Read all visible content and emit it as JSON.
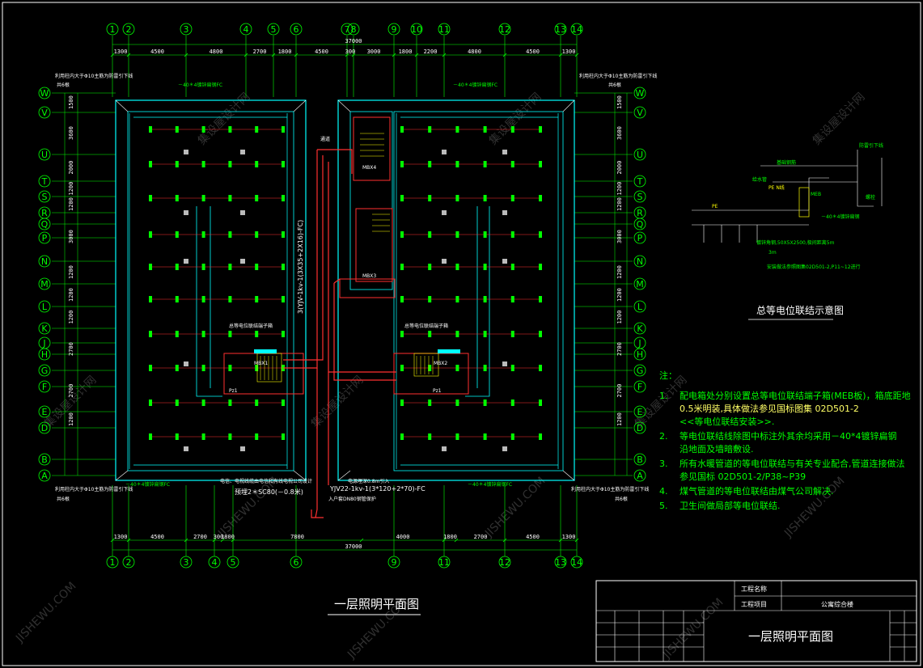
{
  "drawing": {
    "plan_title": "一层照明平面图",
    "total_dim_top": "37000",
    "total_dim_bottom": "37000"
  },
  "grid_top": {
    "labels": [
      "1",
      "2",
      "3",
      "4",
      "5",
      "6",
      "7",
      "8",
      "9",
      "10",
      "11",
      "12",
      "13",
      "14"
    ],
    "dims": [
      "1300",
      "4500",
      "4800",
      "2700",
      "1800",
      "4500",
      "300",
      "3000",
      "1800",
      "2200",
      "4800",
      "4500",
      "1300"
    ]
  },
  "grid_bottom": {
    "labels": [
      "1",
      "2",
      "3",
      "4",
      "5",
      "6",
      "9",
      "11",
      "12",
      "13",
      "14"
    ],
    "dims": [
      "1300",
      "4500",
      "2700",
      "300",
      "1800",
      "7800",
      "4000",
      "1800",
      "2700",
      "4500",
      "1300"
    ]
  },
  "grid_rows": {
    "labels": [
      "W",
      "V",
      "U",
      "T",
      "S",
      "R",
      "Q",
      "P",
      "N",
      "M",
      "L",
      "K",
      "J",
      "H",
      "G",
      "F",
      "E",
      "D",
      "B",
      "A"
    ],
    "left_dims": [
      "1500",
      "3600",
      "2000",
      "1200",
      "1200",
      "3000",
      "1200",
      "1200",
      "1200",
      "2700",
      "2700",
      "1200"
    ],
    "right_dims": [
      "1500",
      "3600",
      "2000",
      "1200",
      "1200",
      "3000",
      "1200",
      "1200",
      "1200",
      "2700",
      "2700",
      "1200"
    ]
  },
  "annotations": {
    "steel_top_left": "－40＊4镀锌扁钢FC",
    "steel_top_right": "－40＊4镀锌扁钢FC",
    "steel_bottom_left": "－40＊4镀锌扁钢FC",
    "steel_bottom_right": "－40＊4镀锌扁钢FC",
    "lightning_tl": "利用柱内大于Φ10主筋为防雷引下线",
    "lightning_tr": "利用柱内大于Φ10主筋为防雷引下线",
    "lightning_bl": "利用柱内大于Φ10主筋为防雷引下线",
    "lightning_br": "利用柱内大于Φ10主筋为防雷引下线",
    "six_tl": "共6根",
    "six_tr": "共6根",
    "six_bl": "共6根",
    "six_br": "共6根",
    "cable_vertical": "3(YJV-1kv-1(3X35+2X16)-FC)",
    "cable_main": "YJV22-1kv-1(3*120+2*70)-FC",
    "cable_depth": "电源埋深0.8m引入",
    "conduit": "预埋2＊SC80(－0.8米)",
    "conduit_note": "电信、电视线缆由电信和有线电视公司设计",
    "entry_pipe": "入户套DN80钢管保护",
    "walkway": "通道",
    "meb_note": "总等电位联结端子箱",
    "box_mbx1": "MBX1",
    "box_mbx2": "MBX2",
    "box_mbx3": "MBX3",
    "box_mbx4": "MBX4",
    "box_pz1": "Pz1",
    "box_pz1b": "Pz1"
  },
  "detail": {
    "title": "总等电位联结示意图",
    "pe_n": "PE N线",
    "pe": "PE",
    "earth": "－40＊4镀锌扁钢",
    "rod": "镀锌角钢,50X5X2500,极间距离5m",
    "ref": "安装做法参照图集02D501-2,P11~12进行",
    "meb": "MEB",
    "foundation": "基础钢筋",
    "ground_pipe": "防雷引下线",
    "water": "给水管",
    "bolt": "螺栓",
    "spacing": "3m"
  },
  "notes": {
    "heading": "注：",
    "items": [
      {
        "num": "1.",
        "lines": [
          "配电箱处分别设置总等电位联结端子箱(MEB板)，箱底距地",
          "0.5米明装,具体做法参见国标图集 02D501-2",
          "<<等电位联结安装>>."
        ]
      },
      {
        "num": "2.",
        "lines": [
          "等电位联结线除图中标注外其余均采用－40*4镀锌扁钢",
          "沿地面及墙暗敷设."
        ]
      },
      {
        "num": "3.",
        "lines": [
          "所有水暖管道的等电位联结与有关专业配合,管道连接做法",
          "参见国标 02D501-2/P38~P39"
        ]
      },
      {
        "num": "4.",
        "lines": [
          "煤气管道的等电位联结由煤气公司解决."
        ]
      },
      {
        "num": "5.",
        "lines": [
          "卫生间做局部等电位联结."
        ]
      }
    ]
  },
  "title_block": {
    "project_name_label": "工程名称",
    "project_item_label": "工程项目",
    "project_item_value": "公寓综合楼",
    "drawing_name": "一层照明平面图"
  },
  "watermarks": {
    "cn": "集设屋设计网",
    "en": "JISHEWU.COM"
  },
  "colors": {
    "background": "#000000",
    "grid_line": "#00ff00",
    "wall": "#00ffff",
    "fixture": "#00ff00",
    "cable": "#ff3030",
    "text": "#ffffff",
    "yellow": "#ffff00"
  }
}
